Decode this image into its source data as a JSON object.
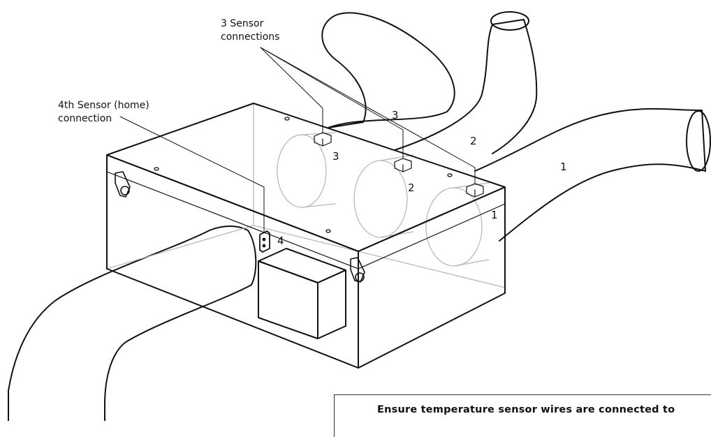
{
  "labels": {
    "three_sensor_line1": "3 Sensor",
    "three_sensor_line2": "connections",
    "fourth_sensor_line1": "4th Sensor (home)",
    "fourth_sensor_line2": "connection"
  },
  "numbers": {
    "duct_top_3": "3",
    "duct_top_2": "2",
    "duct_right_1": "1",
    "port_3": "3",
    "port_2": "2",
    "port_1": "1",
    "sensor_4": "4"
  },
  "note": {
    "text": "Ensure temperature sensor wires are connected to"
  },
  "colors": {
    "line": "#111111",
    "hidden_line": "#b5b5b5"
  }
}
